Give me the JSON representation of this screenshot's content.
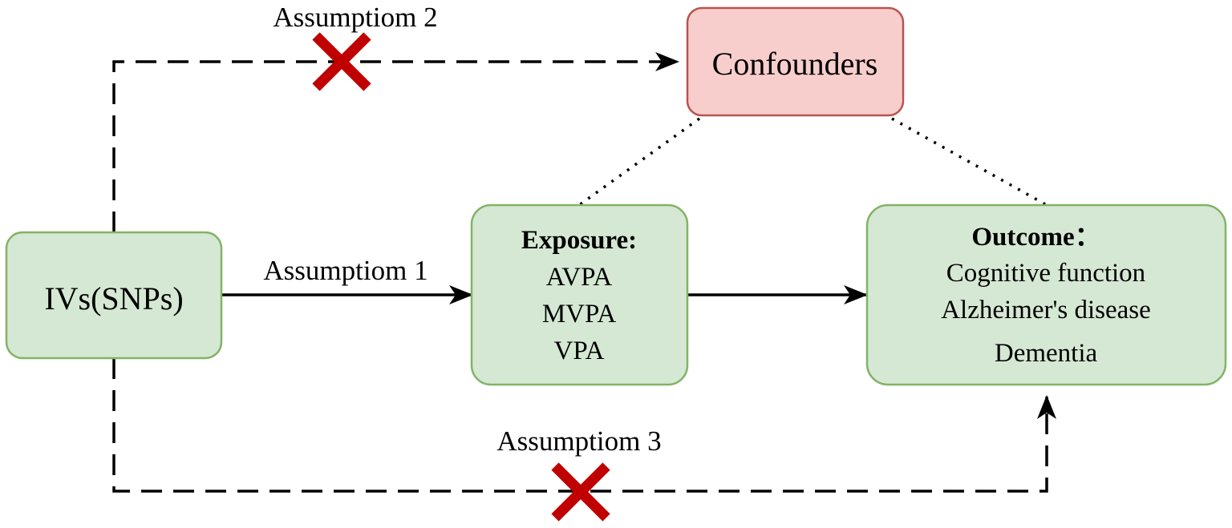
{
  "colors": {
    "green_fill": "#d5e8d4",
    "green_stroke": "#82b366",
    "red_fill": "#f8cecc",
    "red_stroke": "#b85450",
    "cross": "#c00000",
    "line": "#000000"
  },
  "nodes": {
    "ivs": {
      "label": "IVs(SNPs)"
    },
    "confounders": {
      "label": "Confounders"
    },
    "exposure": {
      "title": "Exposure:",
      "items": [
        "AVPA",
        "MVPA",
        "VPA"
      ]
    },
    "outcome": {
      "title": "Outcome：",
      "items": [
        "Cognitive function",
        "Alzheimer's disease",
        "Dementia"
      ]
    }
  },
  "edges": {
    "assumption1": {
      "label": "Assumptiom 1",
      "style": "solid",
      "valid": true
    },
    "assumption2": {
      "label": "Assumptiom 2",
      "style": "dashed",
      "valid": false
    },
    "assumption3": {
      "label": "Assumptiom 3",
      "style": "dashed",
      "valid": false
    }
  },
  "icons": {
    "violated_marker": "cross-icon"
  }
}
